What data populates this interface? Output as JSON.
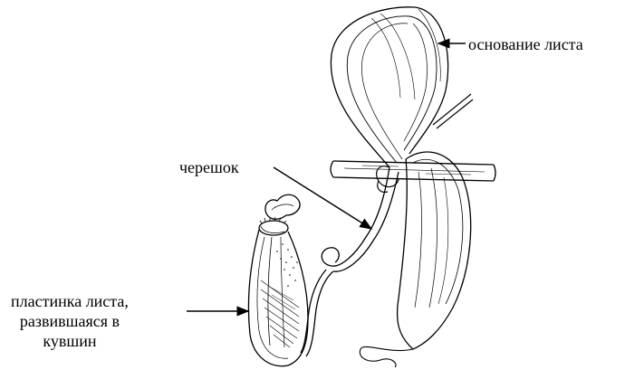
{
  "labels": {
    "leaf_base": "основание листа",
    "petiole": "черешок",
    "blade_line1": "пластинка листа,",
    "blade_line2": "развившаяся в",
    "blade_line3": "кувшин"
  },
  "colors": {
    "ink": "#000000",
    "background": "#ffffff"
  }
}
